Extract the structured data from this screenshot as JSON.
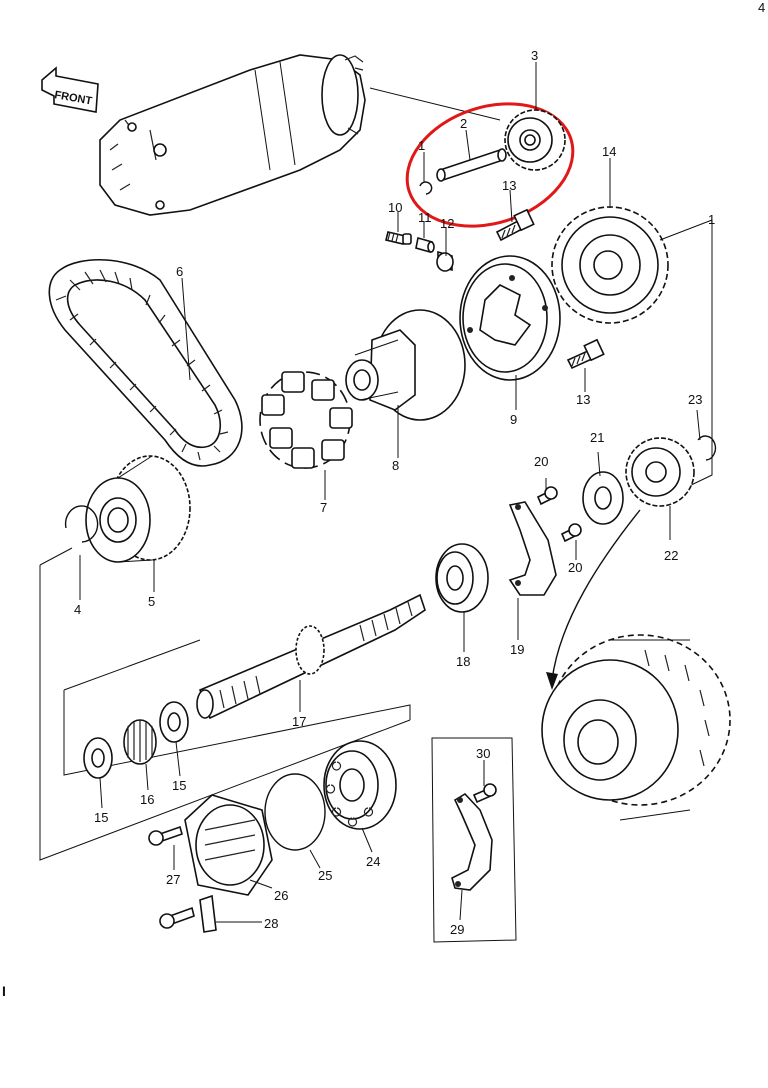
{
  "corner_marks": {
    "top_right": "4",
    "left_edge": "I"
  },
  "front_label": "FRONT",
  "highlight_color": "#e01818",
  "line_color": "#111111",
  "callouts": {
    "c1": "1",
    "c2": "2",
    "c3": "3",
    "c4": "4",
    "c5": "5",
    "c6": "6",
    "c7": "7",
    "c8": "8",
    "c9": "9",
    "c10": "10",
    "c11": "11",
    "c12": "12",
    "c13a": "13",
    "c13b": "13",
    "c14": "14",
    "c15a": "15",
    "c15b": "15",
    "c16": "16",
    "c17": "17",
    "c18": "18",
    "c19": "19",
    "c20a": "20",
    "c20b": "20",
    "c21": "21",
    "c22": "22",
    "c23": "23",
    "c24": "24",
    "c25": "25",
    "c26": "26",
    "c27": "27",
    "c28": "28",
    "c29": "29",
    "c30": "30",
    "c1b": "1"
  }
}
